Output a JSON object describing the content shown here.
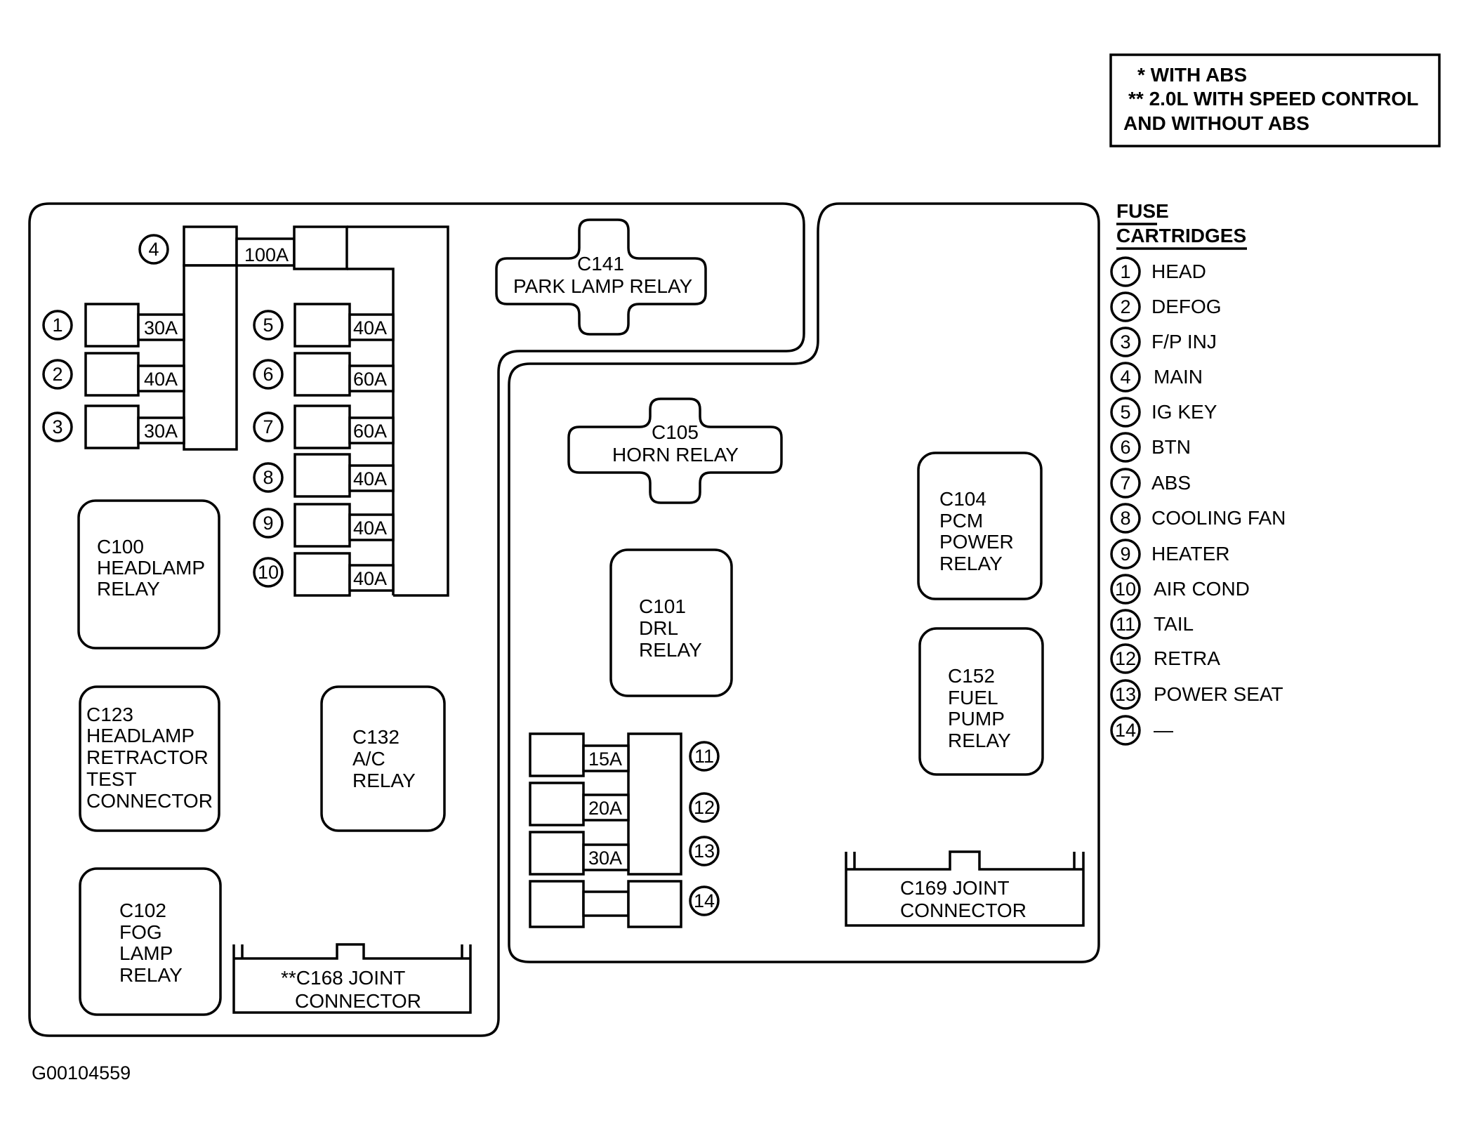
{
  "notes": {
    "line1": "*  WITH ABS",
    "line2": "**  2.0L WITH SPEED CONTROL",
    "line3": "AND WITHOUT ABS"
  },
  "legend": {
    "title_line1": "FUSE",
    "title_line2": "CARTRIDGES",
    "items": [
      {
        "num": "1",
        "label": "HEAD"
      },
      {
        "num": "2",
        "label": "DEFOG"
      },
      {
        "num": "3",
        "label": "F/P INJ"
      },
      {
        "num": "4",
        "label": "MAIN"
      },
      {
        "num": "5",
        "label": "IG KEY"
      },
      {
        "num": "6",
        "label": "BTN"
      },
      {
        "num": "7",
        "label": "ABS"
      },
      {
        "num": "8",
        "label": "COOLING FAN"
      },
      {
        "num": "9",
        "label": "HEATER"
      },
      {
        "num": "10",
        "label": "AIR COND"
      },
      {
        "num": "11",
        "label": "TAIL"
      },
      {
        "num": "12",
        "label": "RETRA"
      },
      {
        "num": "13",
        "label": "POWER SEAT"
      },
      {
        "num": "14",
        "label": "—"
      }
    ]
  },
  "fuses": {
    "f1": {
      "num": "1",
      "rating": "30A"
    },
    "f2": {
      "num": "2",
      "rating": "40A"
    },
    "f3": {
      "num": "3",
      "rating": "30A"
    },
    "f4": {
      "num": "4",
      "rating": "100A"
    },
    "f5": {
      "num": "5",
      "rating": "40A"
    },
    "f6": {
      "num": "6",
      "rating": "60A"
    },
    "f7": {
      "num": "7",
      "rating": "60A"
    },
    "f8": {
      "num": "8",
      "rating": "40A"
    },
    "f9": {
      "num": "9",
      "rating": "40A"
    },
    "f10": {
      "num": "10",
      "rating": "40A"
    },
    "f11": {
      "num": "11",
      "rating": "15A"
    },
    "f12": {
      "num": "12",
      "rating": "20A"
    },
    "f13": {
      "num": "13",
      "rating": "30A"
    },
    "f14": {
      "num": "14",
      "rating": ""
    }
  },
  "relays": {
    "c141": {
      "line1": "C141",
      "line2": "PARK LAMP  RELAY"
    },
    "c105": {
      "line1": "C105",
      "line2": "HORN  RELAY"
    },
    "c100": {
      "line1": "C100",
      "line2": "HEADLAMP",
      "line3": "RELAY"
    },
    "c123": {
      "line1": "C123",
      "line2": "HEADLAMP",
      "line3": "RETRACTOR",
      "line4": "TEST",
      "line5": "CONNECTOR"
    },
    "c132": {
      "line1": "C132",
      "line2": "A/C",
      "line3": "RELAY"
    },
    "c102": {
      "line1": "C102",
      "line2": "FOG",
      "line3": "LAMP",
      "line4": "RELAY"
    },
    "c101": {
      "line1": "C101",
      "line2": "DRL",
      "line3": "RELAY"
    },
    "c104": {
      "line1": "C104",
      "line2": "PCM",
      "line3": "POWER",
      "line4": "RELAY"
    },
    "c152": {
      "line1": "C152",
      "line2": "FUEL",
      "line3": "PUMP",
      "line4": "RELAY"
    }
  },
  "connectors": {
    "c168": {
      "line1": "**C168 JOINT",
      "line2": "CONNECTOR"
    },
    "c169": {
      "line1": "C169 JOINT",
      "line2": "CONNECTOR"
    }
  },
  "figure_id": "G00104559"
}
